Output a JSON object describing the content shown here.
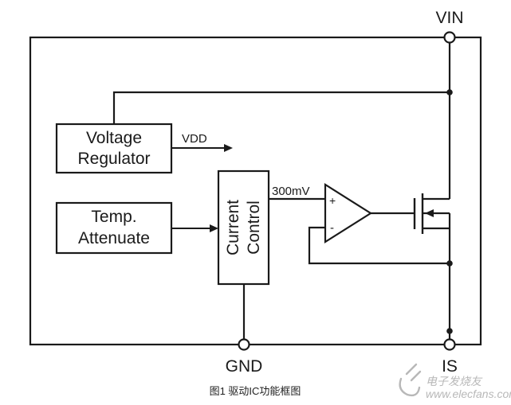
{
  "pins": {
    "vin": "VIN",
    "gnd": "GND",
    "is": "IS"
  },
  "blocks": {
    "voltage_regulator": [
      "Voltage",
      "Regulator"
    ],
    "temp_attenuate": [
      "Temp.",
      "Attenuate"
    ],
    "current_control": [
      "Current",
      "Control"
    ]
  },
  "signals": {
    "vdd": "VDD",
    "ref": "300mV",
    "plus": "+",
    "minus": "-"
  },
  "caption": "图1 驱动IC功能框图",
  "watermark": {
    "cn": "电子发烧友",
    "url": "www.elecfans.com"
  }
}
